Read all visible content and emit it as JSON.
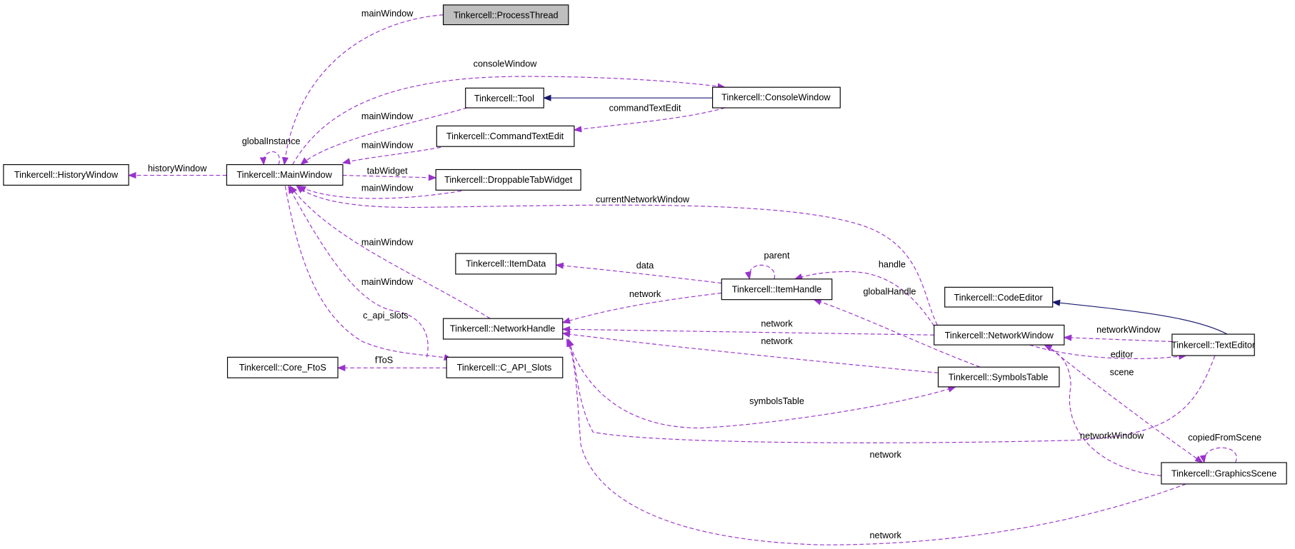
{
  "nodes": {
    "process_thread": "Tinkercell::ProcessThread",
    "console_window": "Tinkercell::ConsoleWindow",
    "tool": "Tinkercell::Tool",
    "command_text_edit": "Tinkercell::CommandTextEdit",
    "history_window": "Tinkercell::HistoryWindow",
    "main_window": "Tinkercell::MainWindow",
    "droppable_tab_widget": "Tinkercell::DroppableTabWidget",
    "item_data": "Tinkercell::ItemData",
    "item_handle": "Tinkercell::ItemHandle",
    "network_handle": "Tinkercell::NetworkHandle",
    "c_api_slots": "Tinkercell::C_API_Slots",
    "core_ftos": "Tinkercell::Core_FtoS",
    "code_editor": "Tinkercell::CodeEditor",
    "network_window": "Tinkercell::NetworkWindow",
    "text_editor": "Tinkercell::TextEditor",
    "symbols_table": "Tinkercell::SymbolsTable",
    "graphics_scene": "Tinkercell::GraphicsScene"
  },
  "edges": [
    {
      "label": "mainWindow"
    },
    {
      "label": "consoleWindow"
    },
    {
      "label": "mainWindow"
    },
    {
      "label": "commandTextEdit"
    },
    {
      "label": "mainWindow"
    },
    {
      "label": "globalInstance"
    },
    {
      "label": "historyWindow"
    },
    {
      "label": "tabWidget"
    },
    {
      "label": "mainWindow"
    },
    {
      "label": "currentNetworkWindow"
    },
    {
      "label": "mainWindow"
    },
    {
      "label": "mainWindow"
    },
    {
      "label": "c_api_slots"
    },
    {
      "label": "fToS"
    },
    {
      "label": "data"
    },
    {
      "label": "parent"
    },
    {
      "label": "network"
    },
    {
      "label": "handle"
    },
    {
      "label": "network"
    },
    {
      "label": "network"
    },
    {
      "label": "globalHandle"
    },
    {
      "label": "symbolsTable"
    },
    {
      "label": "network"
    },
    {
      "label": "network"
    },
    {
      "label": "networkWindow"
    },
    {
      "label": "editor"
    },
    {
      "label": "scene"
    },
    {
      "label": "networkWindow"
    },
    {
      "label": "copiedFromScene"
    }
  ],
  "colors": {
    "member_edge": "#9a32cd",
    "inheritance_edge": "#191970",
    "current_node_fill": "#bfbfbf"
  }
}
